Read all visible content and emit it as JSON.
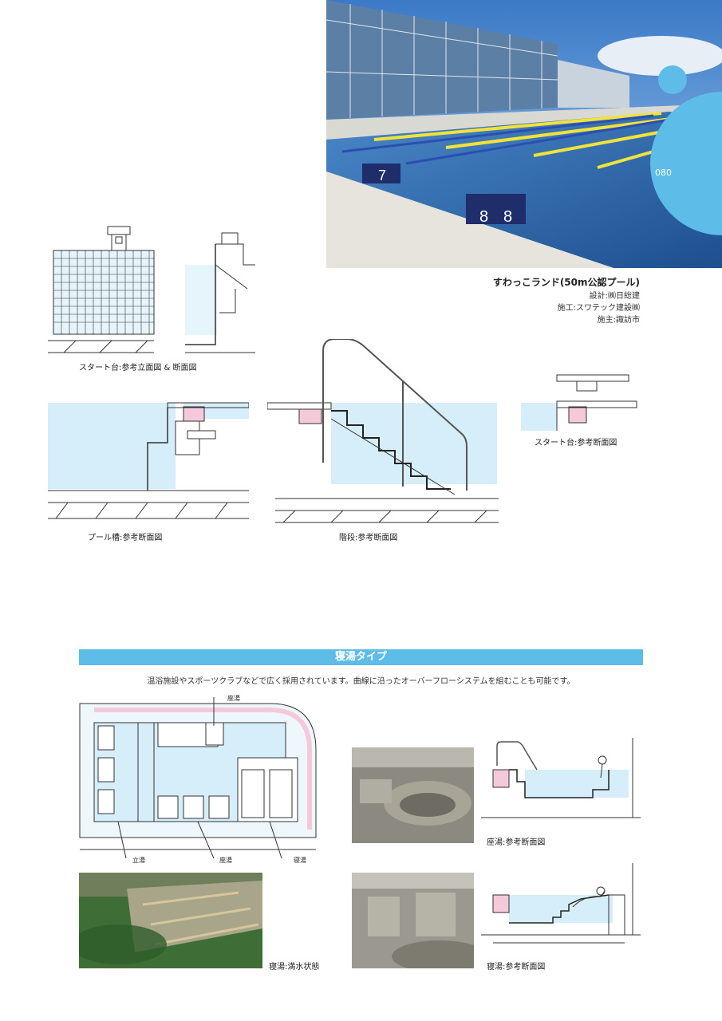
{
  "page_number": "080",
  "hero": {
    "title": "すわっこランド(50m公認プール)",
    "credits": [
      "設計:㈱日総建",
      "施工:スワテック建設㈱",
      "施主:諏訪市"
    ],
    "lane_numbers": [
      "7",
      "8",
      "8"
    ]
  },
  "captions": {
    "start_elevation": "スタート台:参考立面図 & 断面図",
    "start_section": "スタート台:参考断面図",
    "pool_tank": "プール槽:参考断面図",
    "stairs": "階段:参考断面図"
  },
  "section": {
    "heading": "寝湯タイプ",
    "description": "温浴施設やスポーツクラブなどで広く採用されています。曲線に沿ったオーバーフローシステムを組むことも可能です。",
    "plan_labels": {
      "zayu": "座湯",
      "tachiyu": "立湯",
      "zayu2": "座湯",
      "neyu": "寝湯"
    },
    "captions": {
      "full_water": "寝湯:満水状態",
      "zayu_section": "座湯:参考断面図",
      "neyu_section": "寝湯:参考断面図"
    }
  },
  "colors": {
    "accent": "#5dbce8",
    "water": "#d6eef9",
    "pink": "#f5c9da"
  }
}
